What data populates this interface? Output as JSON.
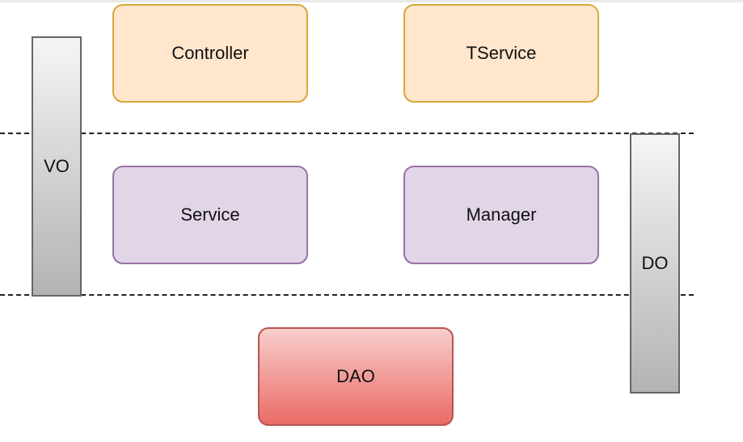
{
  "nodes": {
    "controller": "Controller",
    "tservice": "TService",
    "service": "Service",
    "manager": "Manager",
    "dao": "DAO",
    "vo": "VO",
    "do": "DO"
  },
  "colors": {
    "orange_fill": "#ffe6cc",
    "orange_border": "#d6a83c",
    "purple_fill": "#e1d5e7",
    "purple_border": "#9673a6",
    "red_fill_top": "#f8cecc",
    "red_fill_bottom": "#ea6b66",
    "red_border": "#b85450",
    "gray_fill_top": "#f5f5f5",
    "gray_fill_bottom": "#b3b3b3",
    "gray_border": "#666666"
  }
}
